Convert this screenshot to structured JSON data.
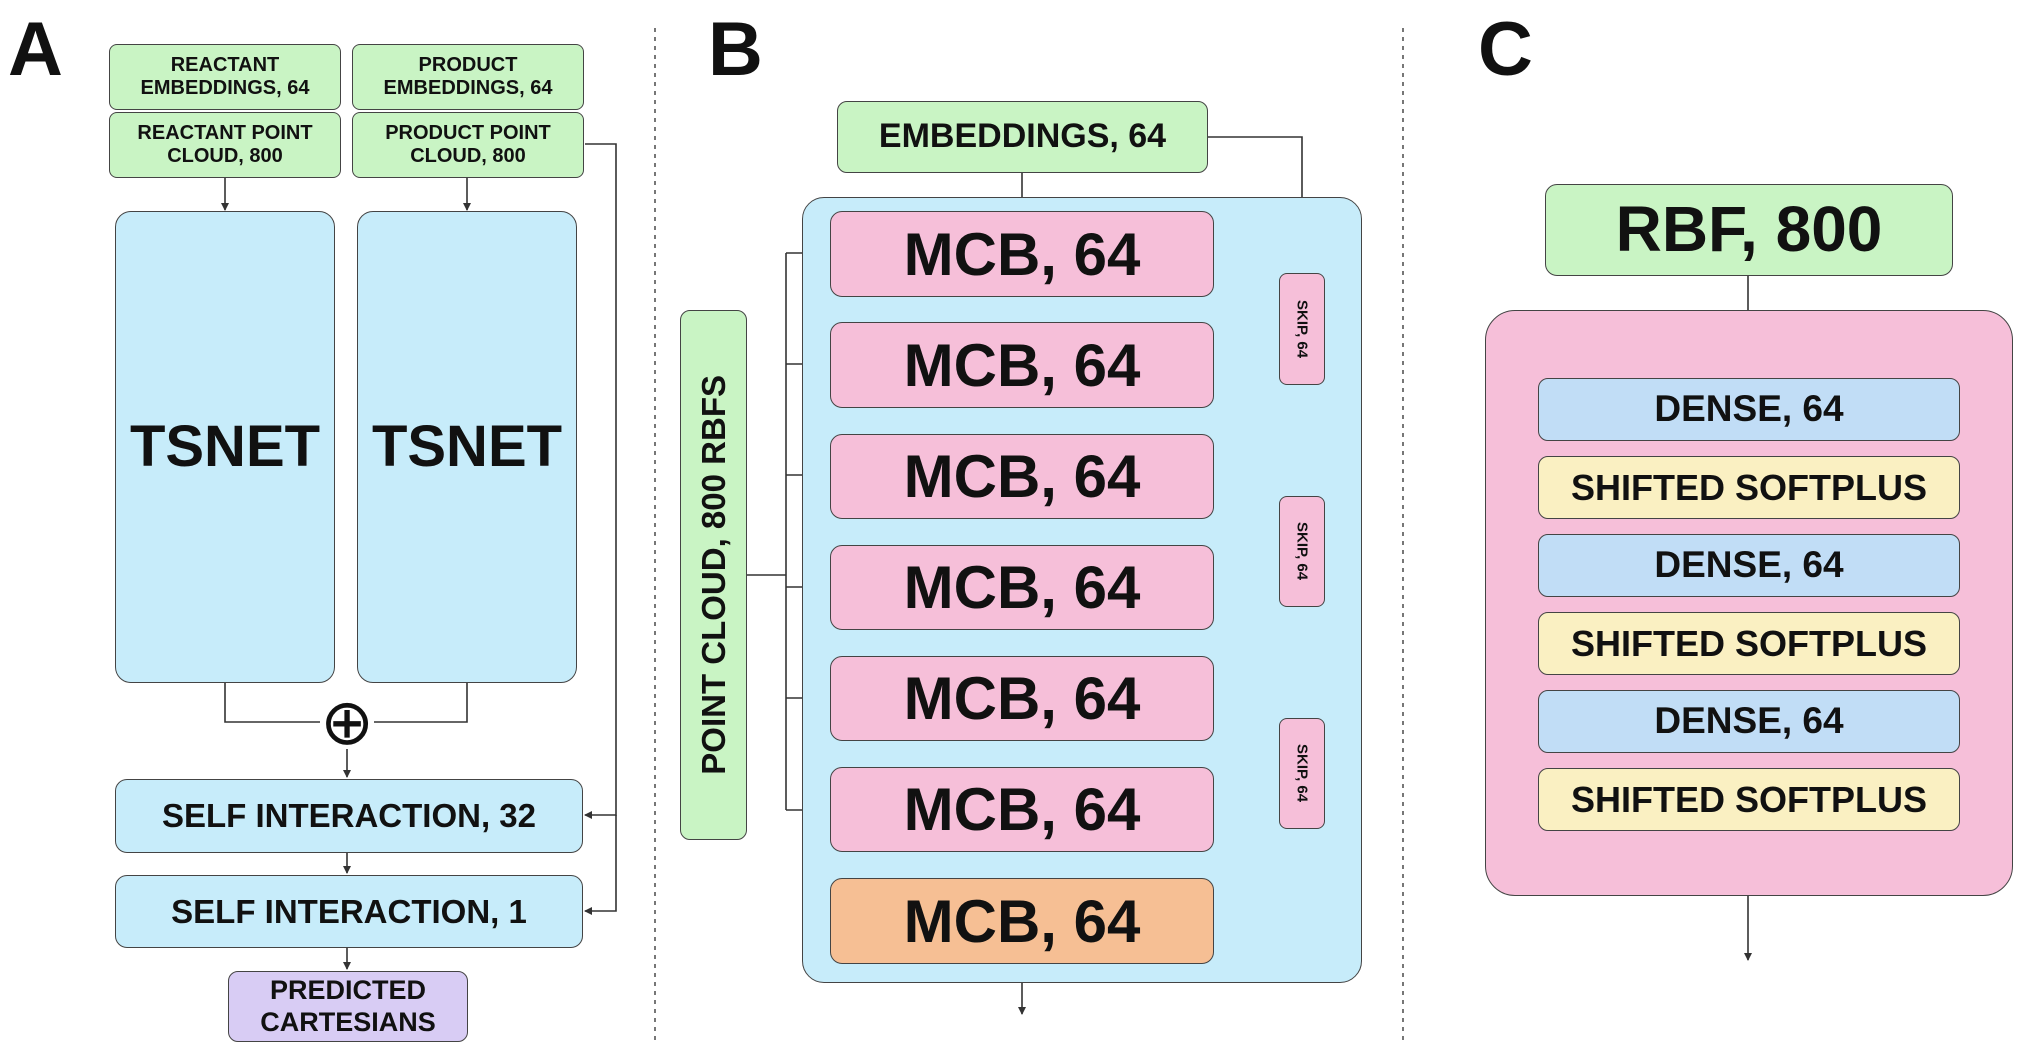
{
  "panels": {
    "a": "A",
    "b": "B",
    "c": "C"
  },
  "panel_a": {
    "reactant_embeddings": "REACTANT EMBEDDINGS, 64",
    "product_embeddings": "PRODUCT EMBEDDINGS, 64",
    "reactant_point_cloud": "REACTANT POINT CLOUD, 800",
    "product_point_cloud": "PRODUCT POINT CLOUD, 800",
    "tsnet_left": "TSNET",
    "tsnet_right": "TSNET",
    "combine_symbol": "⊕",
    "self_interaction_32": "SELF INTERACTION, 32",
    "self_interaction_1": "SELF INTERACTION, 1",
    "predicted": "PREDICTED CARTESIANS"
  },
  "panel_b": {
    "embeddings": "EMBEDDINGS, 64",
    "point_cloud": "POINT CLOUD, 800 RBFS",
    "mcb_blocks": [
      "MCB, 64",
      "MCB, 64",
      "MCB, 64",
      "MCB, 64",
      "MCB, 64",
      "MCB, 64",
      "MCB, 64"
    ],
    "skips": [
      "SKIP, 64",
      "SKIP, 64",
      "SKIP, 64"
    ]
  },
  "panel_c": {
    "rbf": "RBF, 800",
    "layers": [
      "DENSE, 64",
      "SHIFTED SOFTPLUS",
      "DENSE, 64",
      "SHIFTED SOFTPLUS",
      "DENSE, 64",
      "SHIFTED SOFTPLUS"
    ]
  },
  "colors": {
    "input": "#c9f4c4",
    "network": "#c7ecfa",
    "mcb": "#f6bfd9",
    "mcb_final": "#f6bf94",
    "output": "#d8ccf4",
    "dense": "#c1ddf6",
    "activation": "#faf0c2"
  }
}
